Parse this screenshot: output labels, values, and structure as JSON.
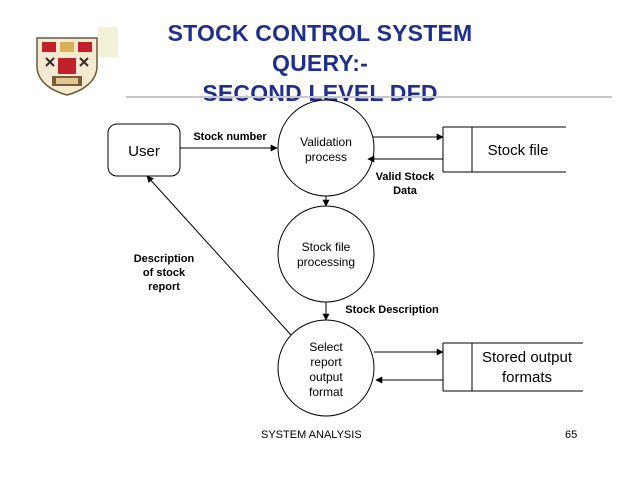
{
  "title": {
    "line1": "STOCK CONTROL SYSTEM QUERY:-",
    "line2": "SECOND LEVEL DFD"
  },
  "logo": {
    "icon": "crest-shield-icon"
  },
  "colors": {
    "title": "#1f2f8f",
    "stroke": "#000000",
    "shield_red": "#c0202a",
    "shield_gold": "#d8b25a"
  },
  "diagram": {
    "entities": {
      "user": "User"
    },
    "processes": {
      "validation": [
        "Validation",
        "process"
      ],
      "stock_file_processing": [
        "Stock file",
        "processing"
      ],
      "select_report": [
        "Select",
        "report",
        "output",
        "format"
      ]
    },
    "stores": {
      "stock_file": "Stock file",
      "stored_output": [
        "Stored output",
        "formats"
      ]
    },
    "flows": {
      "stock_number": "Stock number",
      "valid_stock_data": [
        "Valid Stock",
        "Data"
      ],
      "stock_description": "Stock Description",
      "description_of_stock_report": [
        "Description",
        "of stock",
        "report"
      ]
    }
  },
  "footer": {
    "text": "SYSTEM ANALYSIS",
    "page": "65"
  }
}
